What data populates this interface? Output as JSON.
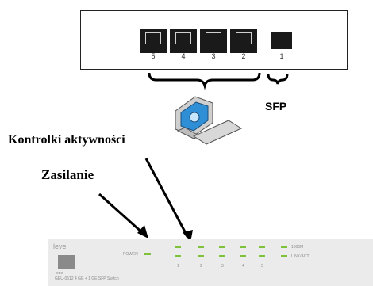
{
  "switch_back": {
    "rj45_ports": [
      "5",
      "4",
      "3",
      "2"
    ],
    "sfp_port": "1",
    "sfp_label": "SFP"
  },
  "callouts": {
    "activity": "Kontrolki aktywności",
    "power": "Zasilanie"
  },
  "front_panel": {
    "brand_top": "level",
    "brand_bottom": "one",
    "power_text": "POWER",
    "model": "GEU-0512 4 GE + 1 GE SFP Switch",
    "led_numbers": [
      "1",
      "2",
      "3",
      "4",
      "5"
    ],
    "legend_1000m": "1000M",
    "legend_linkact": "LINK/ACT"
  },
  "colors": {
    "led_green": "#7ec23c",
    "panel_gray": "#ebebeb",
    "computer_blue": "#2f8fd6"
  }
}
